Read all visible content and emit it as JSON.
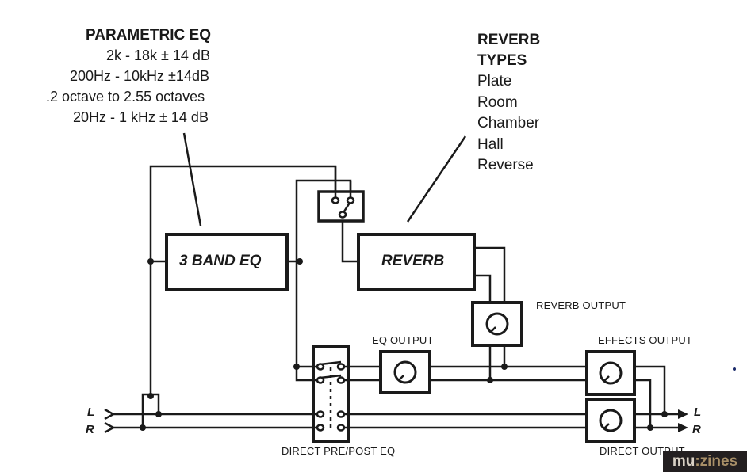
{
  "parametric_eq": {
    "title": "PARAMETRIC EQ",
    "specs": [
      "2k - 18k ± 14 dB",
      "200Hz - 10kHz ±14dB",
      ".2 octave to 2.55 octaves",
      "20Hz - 1 kHz ± 14 dB"
    ]
  },
  "reverb_types": {
    "title_line1": "REVERB",
    "title_line2": "TYPES",
    "types": [
      "Plate",
      "Room",
      "Chamber",
      "Hall",
      "Reverse"
    ]
  },
  "blocks": {
    "eq": "3 BAND EQ",
    "reverb": "REVERB"
  },
  "labels": {
    "reverb_output": "REVERB OUTPUT",
    "eq_output": "EQ OUTPUT",
    "effects_output": "EFFECTS OUTPUT",
    "direct_output": "DIRECT OUTPUT",
    "pre_post_switch": "DIRECT PRE/POST EQ",
    "input_left": "L",
    "input_right": "R",
    "output_left": "L",
    "output_right": "R"
  },
  "watermark": {
    "part1": "mu",
    "part2": ":zines"
  }
}
